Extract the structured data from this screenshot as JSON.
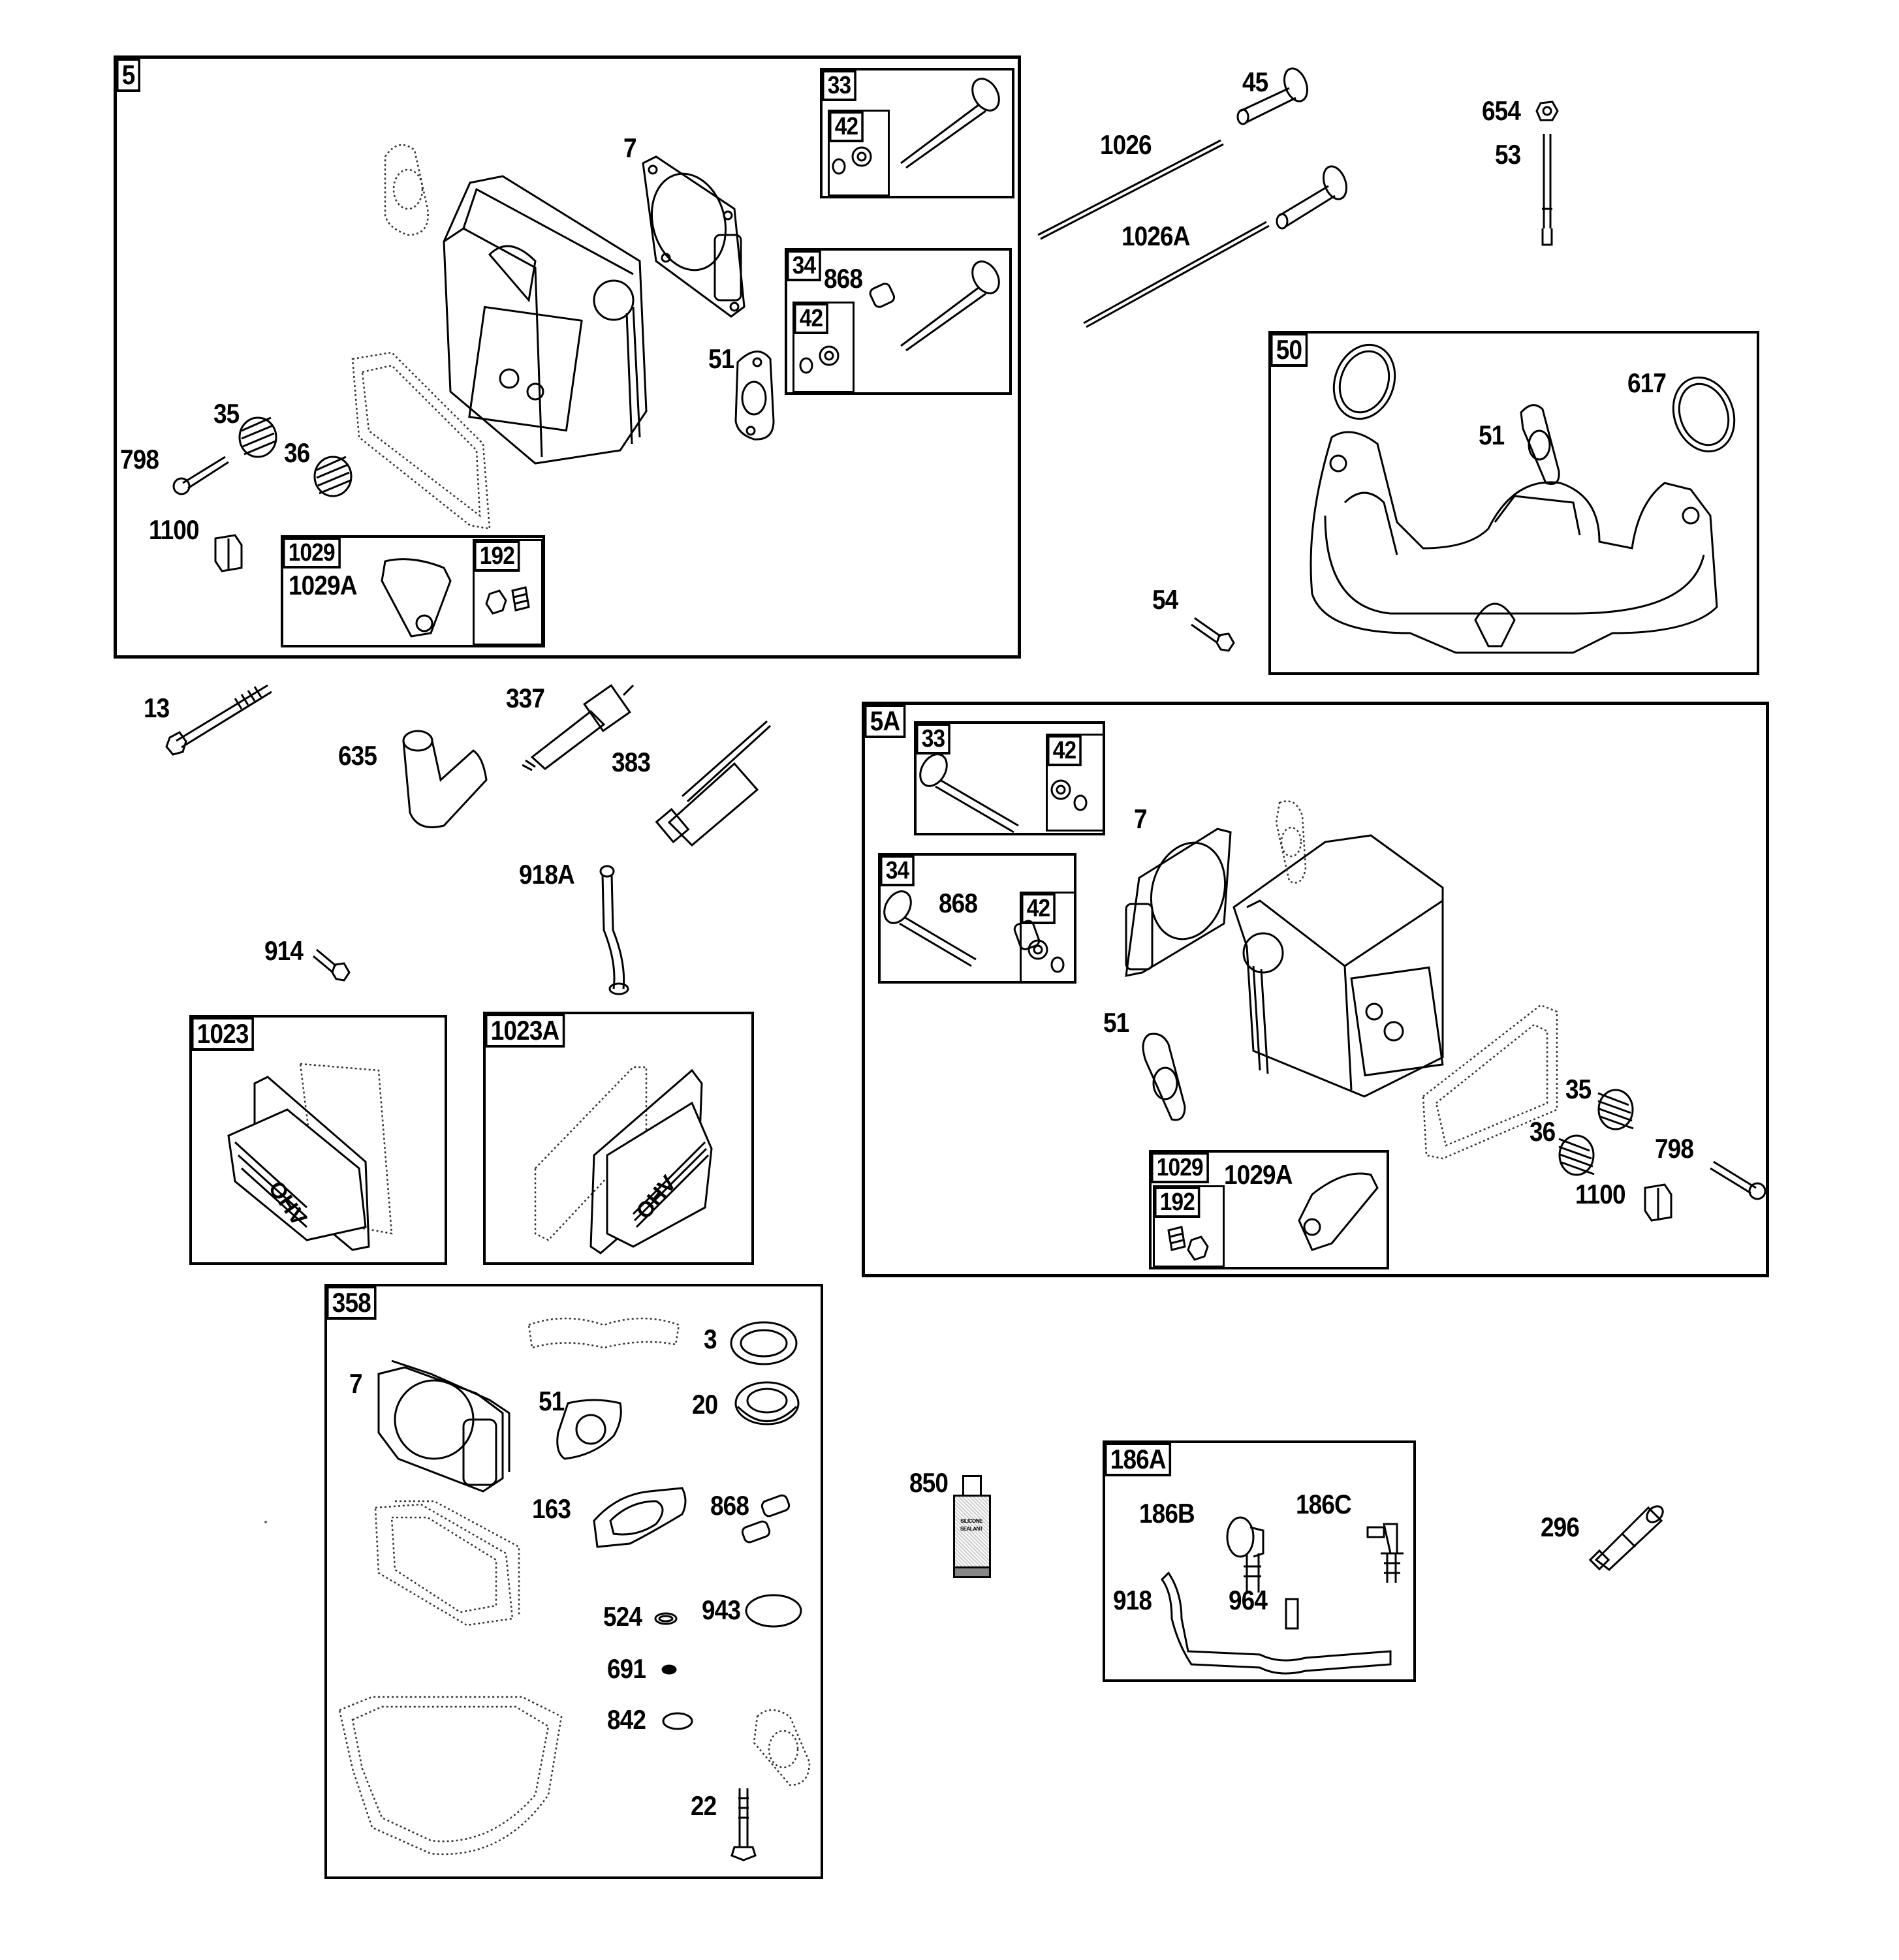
{
  "diagram": {
    "type": "exploded-parts-diagram",
    "subject": "Engine cylinder head, valves, manifold and gasket set"
  },
  "groups": {
    "g5": {
      "tag": "5",
      "parts": [
        "7",
        "51",
        "33",
        "42",
        "34",
        "868",
        "42",
        "35",
        "36",
        "798",
        "1100",
        "1029",
        "1029A",
        "192"
      ]
    },
    "g33": {
      "tag": "33"
    },
    "g33_42": {
      "tag": "42"
    },
    "g34": {
      "tag": "34"
    },
    "g34_42": {
      "tag": "42"
    },
    "g1029": {
      "tag": "1029"
    },
    "g192": {
      "tag": "192"
    },
    "g50": {
      "tag": "50"
    },
    "g5A": {
      "tag": "5A"
    },
    "g5A_33": {
      "tag": "33"
    },
    "g5A_33_42": {
      "tag": "42"
    },
    "g5A_34": {
      "tag": "34"
    },
    "g5A_34_42": {
      "tag": "42"
    },
    "g5A_1029": {
      "tag": "1029"
    },
    "g5A_192": {
      "tag": "192"
    },
    "g1023": {
      "tag": "1023",
      "emblem": "OHV"
    },
    "g1023A": {
      "tag": "1023A",
      "emblem": "OHV"
    },
    "g358": {
      "tag": "358"
    },
    "g186A": {
      "tag": "186A"
    }
  },
  "labels": {
    "l5_7": "7",
    "l5_51": "51",
    "l5_868": "868",
    "l5_35": "35",
    "l5_36": "36",
    "l5_798": "798",
    "l5_1100": "1100",
    "l5_1029A": "1029A",
    "l45": "45",
    "l1026": "1026",
    "l1026A": "1026A",
    "l654": "654",
    "l53": "53",
    "l50_51": "51",
    "l50_617": "617",
    "l54": "54",
    "l13": "13",
    "l337": "337",
    "l635": "635",
    "l383": "383",
    "l918A": "918A",
    "l914": "914",
    "l5A_7": "7",
    "l5A_868": "868",
    "l5A_51": "51",
    "l5A_35": "35",
    "l5A_36": "36",
    "l5A_798": "798",
    "l5A_1100": "1100",
    "l5A_1029A": "1029A",
    "l358_7": "7",
    "l358_51": "51",
    "l358_163": "163",
    "l358_3": "3",
    "l358_20": "20",
    "l358_868": "868",
    "l358_524": "524",
    "l358_943": "943",
    "l358_691": "691",
    "l358_842": "842",
    "l358_22": "22",
    "l850": "850",
    "l186B": "186B",
    "l186C": "186C",
    "l918": "918",
    "l964": "964",
    "l296": "296"
  },
  "sealant_tube": {
    "line1": "SILICONE",
    "line2": "SEALANT"
  }
}
